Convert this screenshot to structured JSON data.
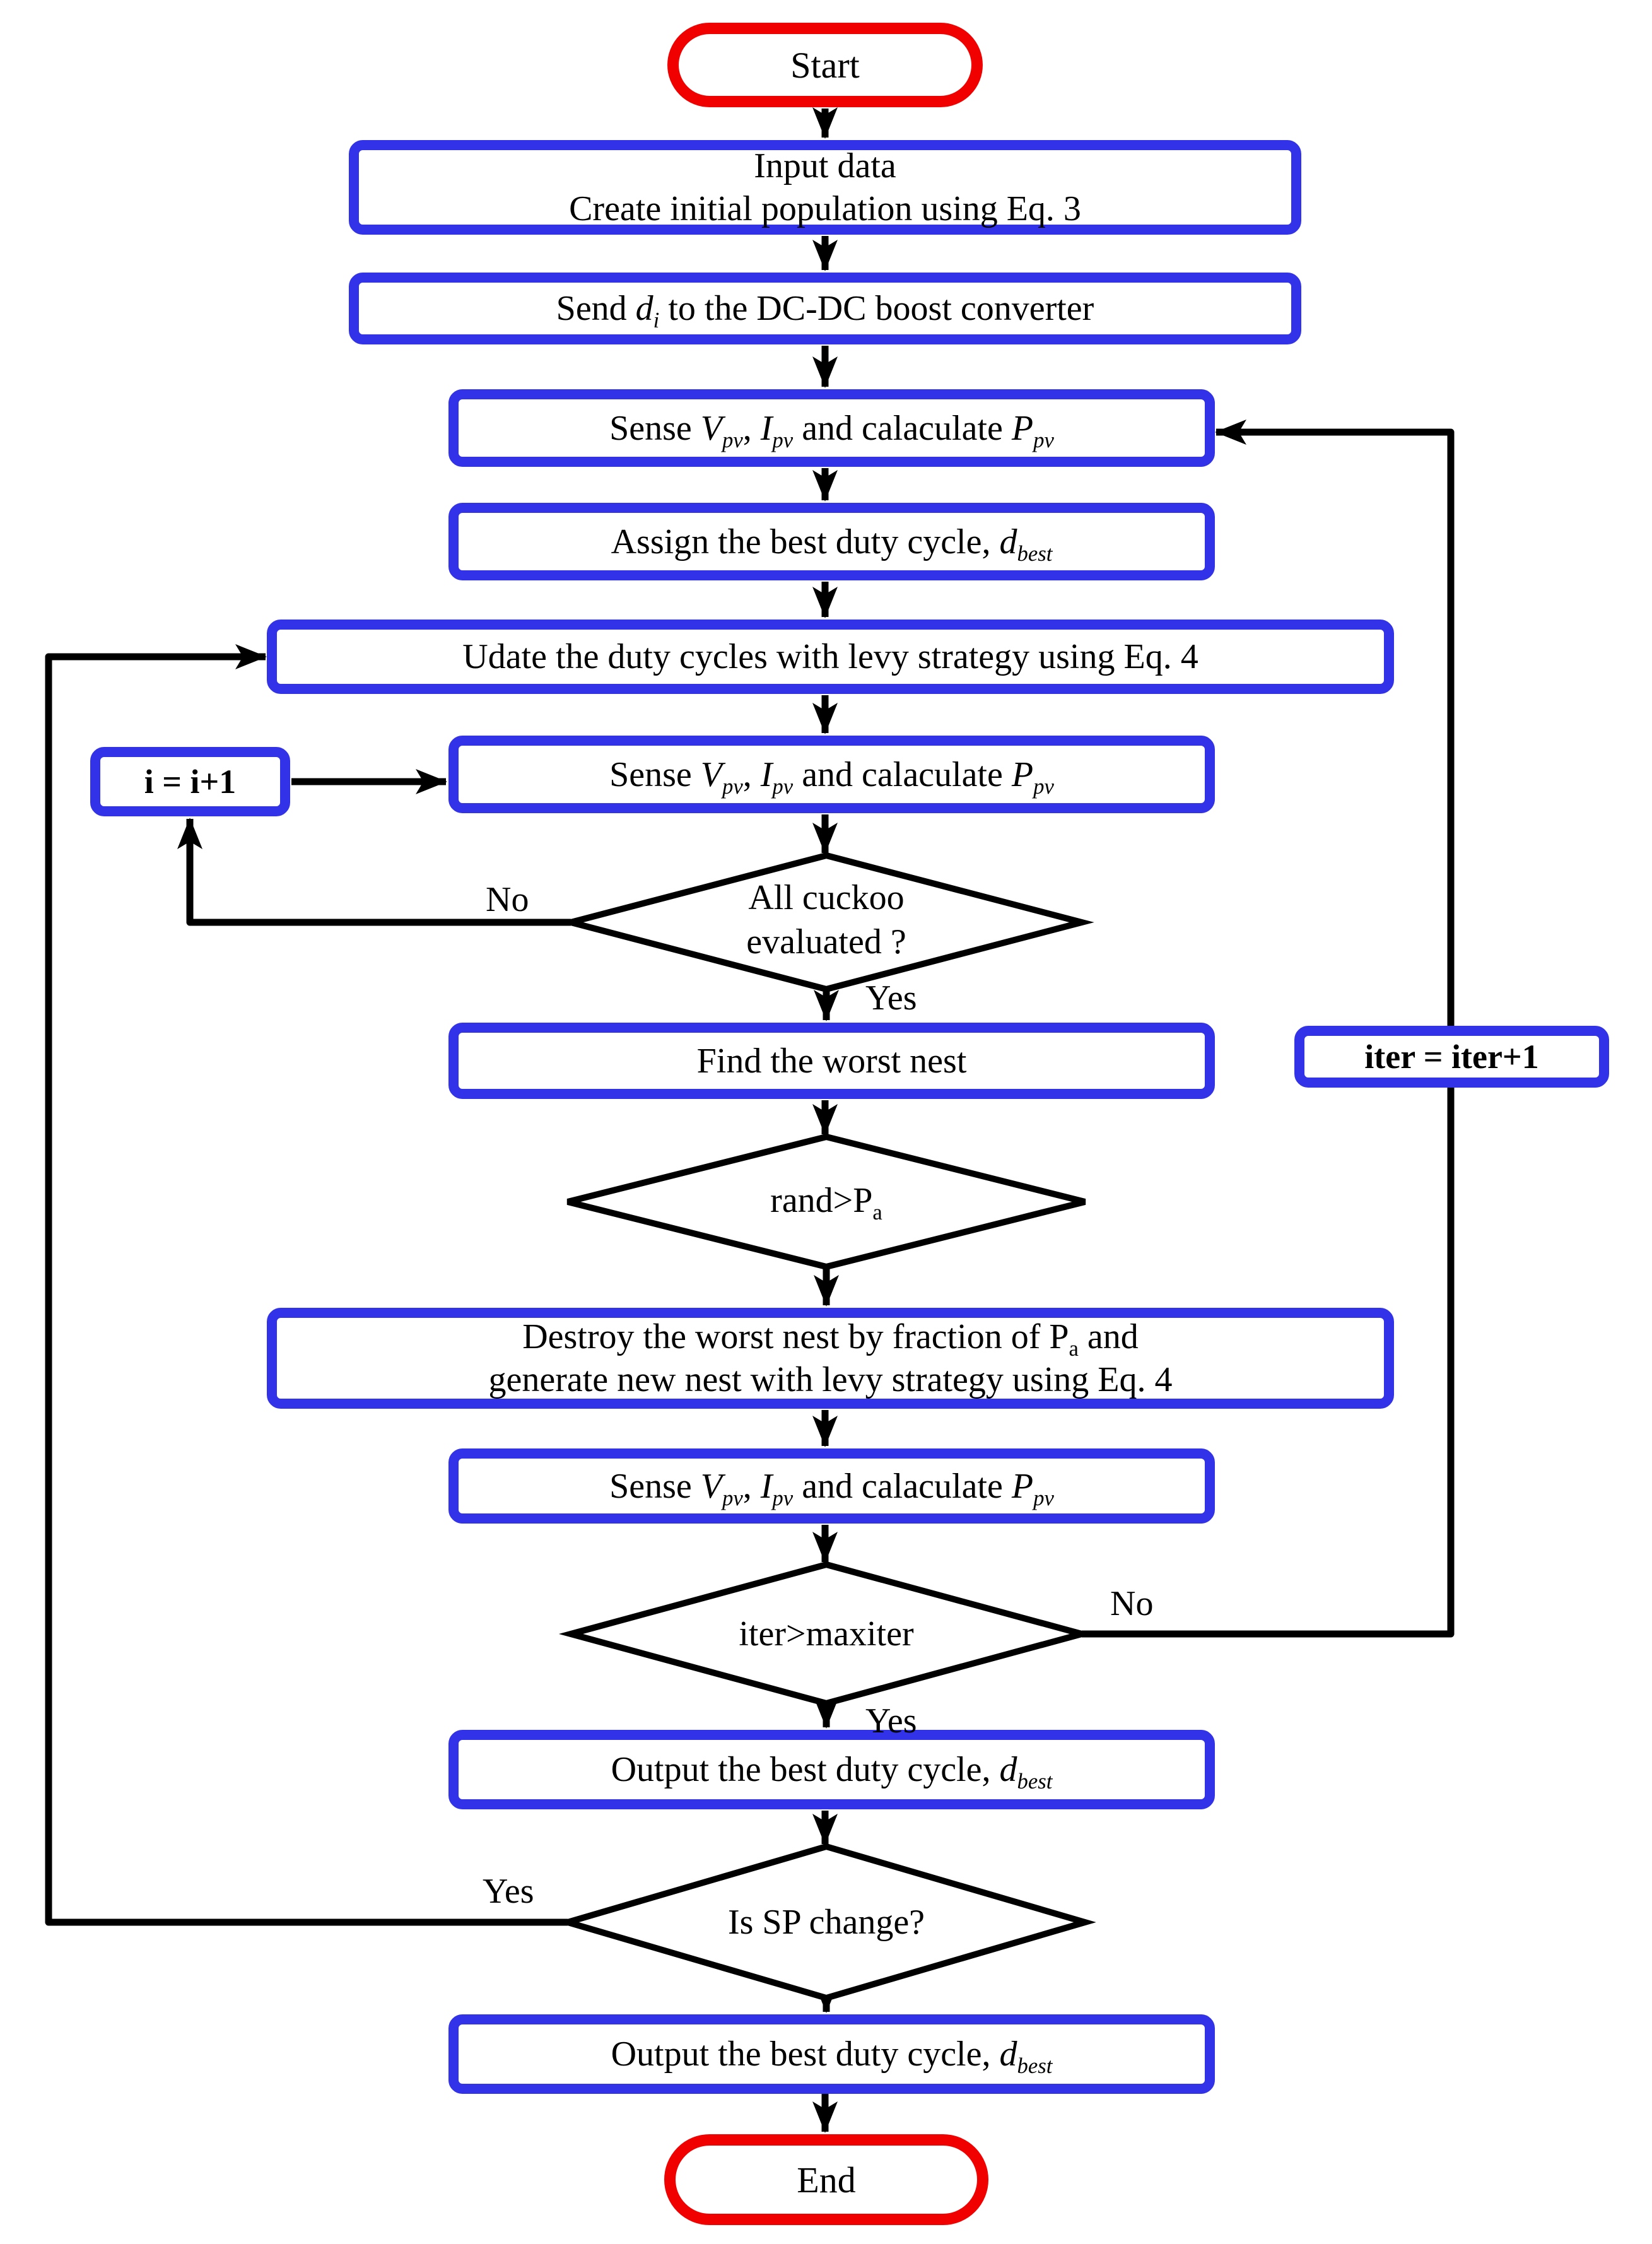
{
  "colors": {
    "box_border": "#3232e8",
    "terminal_border": "#f10000",
    "line": "#000000",
    "text": "#000000",
    "background": "#ffffff"
  },
  "nodes": {
    "start": {
      "label": "Start"
    },
    "input": {
      "line1": "Input data",
      "line2": "Create initial population using Eq. 3"
    },
    "send": {
      "pre": "Send ",
      "var": "d",
      "sub": "i",
      "post": " to the DC-DC boost converter"
    },
    "sense": {
      "pre": "Sense ",
      "v": "V",
      "v_sub": "pv",
      "sep": ", ",
      "i": "I",
      "i_sub": "pv",
      "mid": " and calaculate ",
      "p": "P",
      "p_sub": "pv"
    },
    "assign": {
      "pre": "Assign the best duty cycle, ",
      "var": "d",
      "sub": "best"
    },
    "update": {
      "label": "Udate the duty cycles with levy strategy using Eq. 4"
    },
    "increment_i": {
      "label": "i = i+1"
    },
    "cuckoo_decision": {
      "line1": "All cuckoo",
      "line2": "evaluated ?"
    },
    "find_worst": {
      "label": "Find the worst nest"
    },
    "increment_iter": {
      "label": "iter = iter+1"
    },
    "rand_decision": {
      "pre": "rand>P",
      "sub": "a"
    },
    "destroy": {
      "line1_pre": "Destroy the worst nest by fraction of P",
      "line1_sub": "a",
      "line1_post": " and",
      "line2": "generate new nest with levy strategy using Eq. 4"
    },
    "iter_decision": {
      "label": "iter>maxiter"
    },
    "output1": {
      "pre": "Output the best duty cycle, ",
      "var": "d",
      "sub": "best"
    },
    "sp_decision": {
      "label": "Is SP change?"
    },
    "output2": {
      "pre": "Output the best duty cycle, ",
      "var": "d",
      "sub": "best"
    },
    "end": {
      "label": "End"
    }
  },
  "edge_labels": {
    "cuckoo_no": "No",
    "cuckoo_yes": "Yes",
    "iter_no": "No",
    "iter_yes": "Yes",
    "sp_yes": "Yes"
  }
}
